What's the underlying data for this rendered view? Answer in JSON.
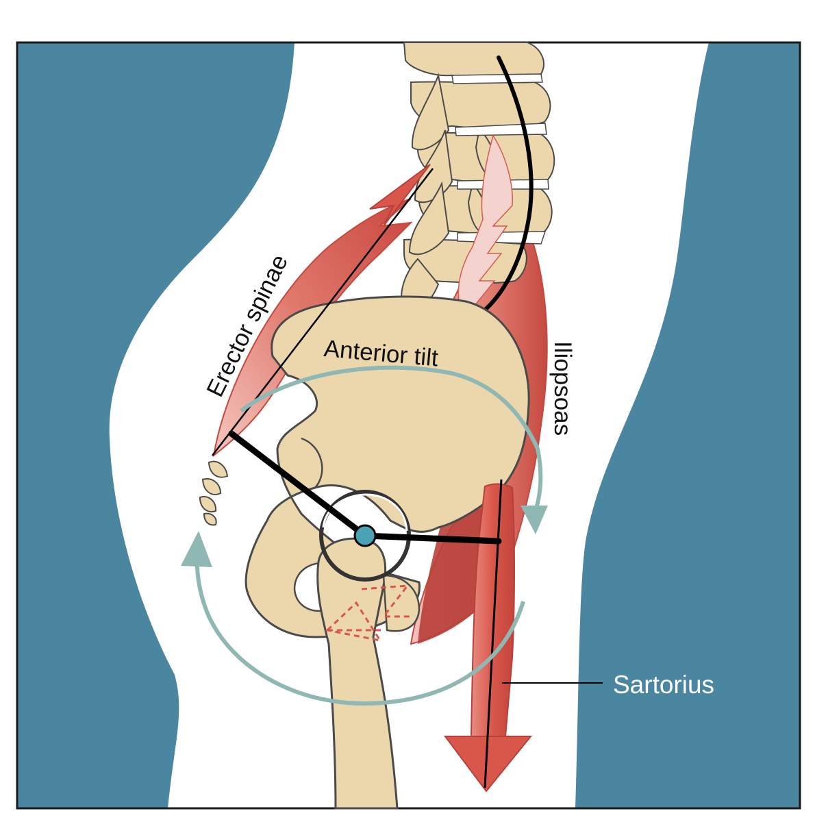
{
  "labels": {
    "erector_spinae": "Erector spinae",
    "anterior_tilt": "Anterior tilt",
    "iliopsoas": "Iliopsoas",
    "sartorius": "Sartorius"
  },
  "colors": {
    "background_body": "#4a86a0",
    "frame": "#1a1a1a",
    "bone": "#ecd7ad",
    "bone_outline": "#4a4a4a",
    "muscle_red": "#d9574a",
    "muscle_dark": "#b8403a",
    "muscle_light": "#f0b6b0",
    "rotation_arrow": "#8fb8b4",
    "lever_line": "#000000",
    "label_light": "#ffffff",
    "label_dark": "#111111"
  }
}
